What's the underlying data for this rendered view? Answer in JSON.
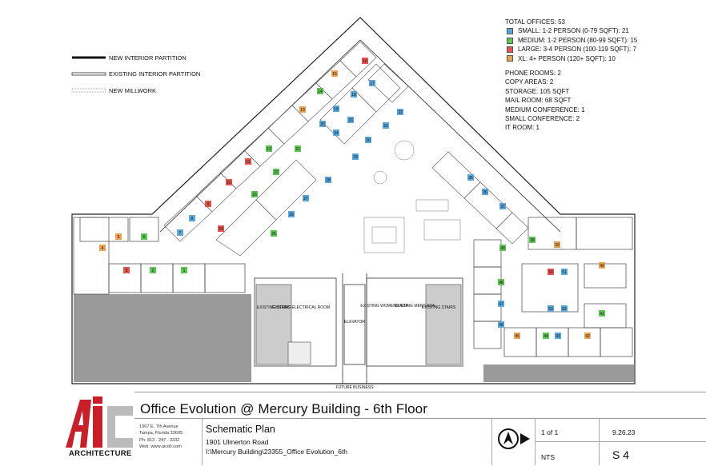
{
  "legend": {
    "title": "TOTAL OFFICES: 53",
    "items": [
      {
        "label": "SMALL: 1-2 PERSON (0-79 SQFT): 21",
        "color": "#5aa7dc"
      },
      {
        "label": "MEDIUM: 1-2 PERSON (80-99 SQFT): 15",
        "color": "#5fc454"
      },
      {
        "label": "LARGE:  3-4 PERSON (100-119 SQFT): 7",
        "color": "#e0554d"
      },
      {
        "label": "XL: 4+ PERSON (120+ SQFT): 10",
        "color": "#e8a255"
      }
    ]
  },
  "stats": [
    "PHONE ROOMS: 2",
    "COPY AREAS: 2",
    "STORAGE: 105 SQFT",
    "MAIL ROOM: 68 SQFT",
    "MEDIUM CONFERENCE: 1",
    "SMALL CONFERENCE: 2",
    "IT ROOM: 1"
  ],
  "line_key": {
    "new_partition": "NEW INTERIOR PARTITION",
    "existing_partition": "EXISTING INTERIOR PARTITION",
    "millwork": "NEW MILLWORK"
  },
  "plan_labels": {
    "stairs_left": "EXISTING STAIRS",
    "electrical": "EXISTING ELECTRICAL ROOM",
    "elevator": "ELEVATOR",
    "womens": "EXISTING WOMENS ADA",
    "mens": "EXISTING MENS ADA",
    "stairs_right": "EXISTING STAIRS",
    "future": "FUTURE BUSINESS"
  },
  "offices": [
    {
      "n": "1",
      "t": "medium"
    },
    {
      "n": "2",
      "t": "medium"
    },
    {
      "n": "3",
      "t": "large"
    },
    {
      "n": "4",
      "t": "xl"
    },
    {
      "n": "5",
      "t": "xl"
    },
    {
      "n": "6",
      "t": "medium"
    },
    {
      "n": "7",
      "t": "small"
    },
    {
      "n": "8",
      "t": "small"
    },
    {
      "n": "9",
      "t": "large"
    },
    {
      "n": "10",
      "t": "large"
    },
    {
      "n": "11",
      "t": "large"
    },
    {
      "n": "12",
      "t": "medium"
    },
    {
      "n": "13",
      "t": "xl"
    },
    {
      "n": "14",
      "t": "medium"
    },
    {
      "n": "15",
      "t": "xl"
    },
    {
      "n": "16",
      "t": "large"
    },
    {
      "n": "17",
      "t": "small"
    },
    {
      "n": "18",
      "t": "small"
    },
    {
      "n": "19",
      "t": "small"
    },
    {
      "n": "20",
      "t": "small"
    },
    {
      "n": "21",
      "t": "medium"
    },
    {
      "n": "22",
      "t": "medium"
    },
    {
      "n": "23",
      "t": "medium"
    },
    {
      "n": "24",
      "t": "large"
    },
    {
      "n": "25",
      "t": "medium"
    },
    {
      "n": "26",
      "t": "small"
    },
    {
      "n": "27",
      "t": "small"
    },
    {
      "n": "28",
      "t": "small"
    },
    {
      "n": "29",
      "t": "small"
    },
    {
      "n": "30",
      "t": "small"
    },
    {
      "n": "31",
      "t": "small"
    },
    {
      "n": "32",
      "t": "small"
    },
    {
      "n": "33",
      "t": "small"
    },
    {
      "n": "34",
      "t": "small"
    },
    {
      "n": "35",
      "t": "small"
    },
    {
      "n": "36",
      "t": "small"
    },
    {
      "n": "37",
      "t": "small"
    },
    {
      "n": "38",
      "t": "medium"
    },
    {
      "n": "39",
      "t": "xl"
    },
    {
      "n": "40",
      "t": "xl"
    },
    {
      "n": "41",
      "t": "medium"
    },
    {
      "n": "42",
      "t": "xl"
    },
    {
      "n": "43",
      "t": "small"
    },
    {
      "n": "44",
      "t": "medium"
    },
    {
      "n": "45",
      "t": "xl"
    },
    {
      "n": "46",
      "t": "small"
    },
    {
      "n": "47",
      "t": "small"
    },
    {
      "n": "48",
      "t": "medium"
    },
    {
      "n": "49",
      "t": "medium"
    },
    {
      "n": "50",
      "t": "large"
    },
    {
      "n": "51",
      "t": "small"
    },
    {
      "n": "52",
      "t": "small"
    },
    {
      "n": "53",
      "t": "small"
    }
  ],
  "title_block": {
    "brand": "ARCHITECTURE",
    "address_lines": [
      "1907 E. 7th Avenue",
      "Tampa, Florida  33605",
      "Ph:   813 . 247 . 3332",
      "Web:  www.aicoll.com"
    ],
    "project": "Office Evolution @ Mercury Building - 6th Floor",
    "sheet_title": "Schematic Plan",
    "address": "1901 Ulmerton Road",
    "path": "I:\\Mercury Building\\23355_Office Evolution_6th",
    "page": "1 of 1",
    "date": "9.26.23",
    "scale": "NTS",
    "sheet": "S 4"
  }
}
